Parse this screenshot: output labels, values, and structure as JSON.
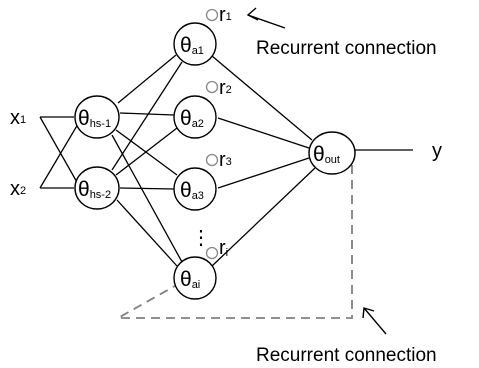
{
  "inputs": [
    {
      "base": "x",
      "sub": "1"
    },
    {
      "base": "x",
      "sub": "2"
    }
  ],
  "hidden_nodes": [
    {
      "symbol": "θ",
      "sub": "hs-1"
    },
    {
      "symbol": "θ",
      "sub": "hs-2"
    }
  ],
  "attention_nodes": [
    {
      "symbol": "θ",
      "sub": "a1",
      "r_base": "r",
      "r_sub": "1"
    },
    {
      "symbol": "θ",
      "sub": "a2",
      "r_base": "r",
      "r_sub": "2"
    },
    {
      "symbol": "θ",
      "sub": "a3",
      "r_base": "r",
      "r_sub": "3"
    },
    {
      "symbol": "θ",
      "sub": "ai",
      "r_base": "r",
      "r_sub": "i"
    }
  ],
  "ellipsis": "⋮",
  "output_node": {
    "symbol": "θ",
    "sub": "out"
  },
  "output_label": "y",
  "annotations": {
    "top": "Recurrent connection",
    "bottom": "Recurrent connection"
  },
  "colors": {
    "line": "#000000",
    "recurrent_loop": "#888888",
    "dashed_feedback": "#808080"
  }
}
